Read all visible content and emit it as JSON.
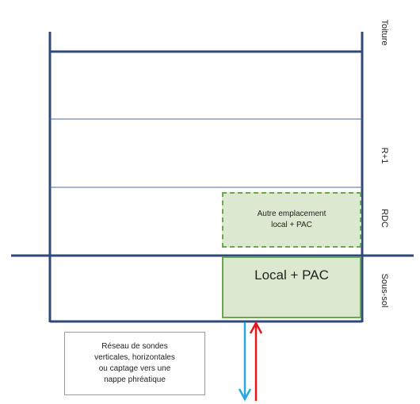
{
  "floors": {
    "roof": "Toiture",
    "first": "R+1",
    "ground": "RDC",
    "basement": "Sous-sol"
  },
  "alt_location_label": "Autre emplacement\nlocal + PAC",
  "main_room_label": "Local + PAC",
  "network_label": "Réseau de sondes\nverticales, horizontales\nou captage vers une\nnappe phréatique",
  "colors": {
    "walls": "#2f4a7a",
    "room_fill": "#dce8d0",
    "room_border": "#6aa84f",
    "arrow_down": "#29a8e0",
    "arrow_up": "#e8151b"
  }
}
